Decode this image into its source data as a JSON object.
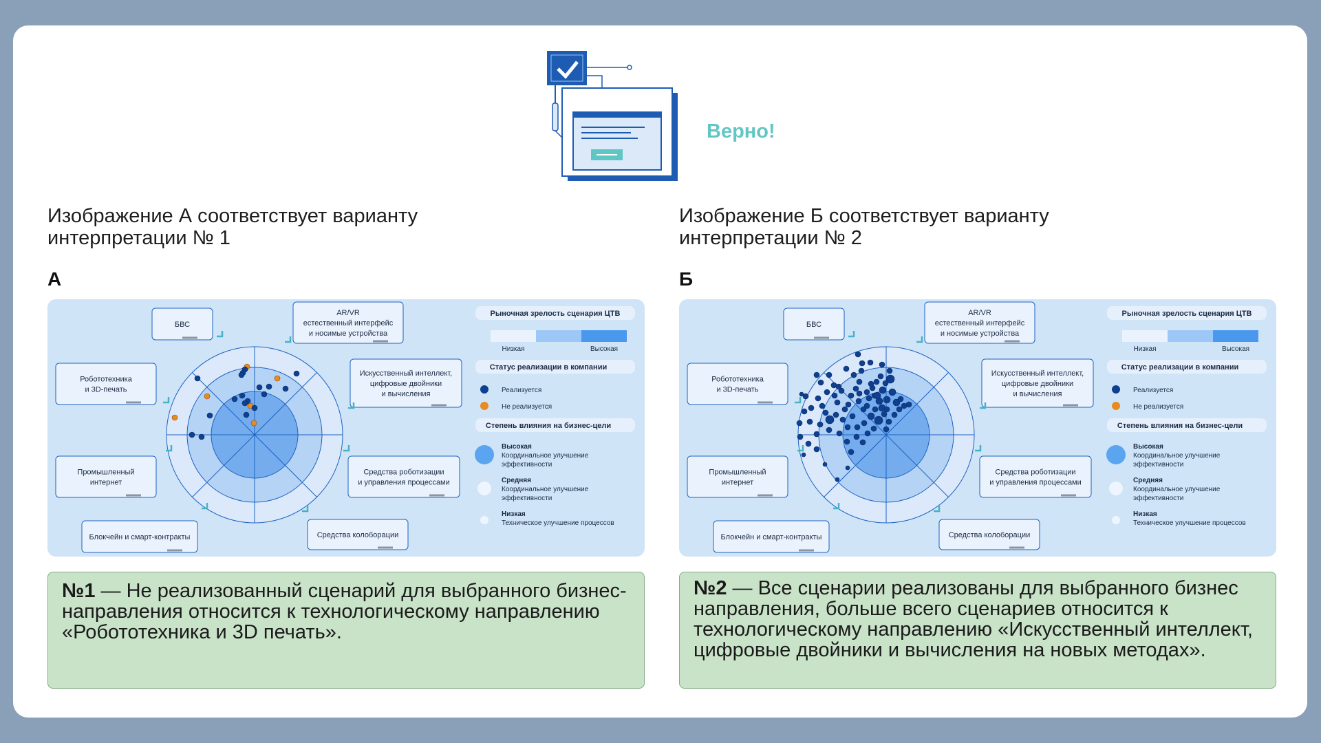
{
  "result": {
    "verdict": "Верно!"
  },
  "left": {
    "heading": "Изображение А соответствует варианту интерпретации № 1",
    "letter": "А",
    "answer_num": "№1",
    "answer_text": " — Не реализованный сценарий для выбранного бизнес-направления относится к технологическому направлению «Робототехника и 3D печать»."
  },
  "right": {
    "heading": "Изображение Б соответствует варианту интерпретации № 2",
    "letter": "Б",
    "answer_num": "№2",
    "answer_text": " — Все сценарии реализованы для выбранного бизнес направления, больше всего сценариев относится к технологическому направлению «Искусственный интеллект, цифровые двойники и вычисления на новых методах»."
  },
  "diagram": {
    "sectors": {
      "bvs": "БВС",
      "arvr": [
        "AR/VR",
        "естественный интерфейс",
        "и носимые устройства"
      ],
      "ai": [
        "Искусственный интеллект,",
        "цифровые двойники",
        "и вычисления"
      ],
      "robotics": [
        "Робототехника",
        "и 3D-печать"
      ],
      "iiot": [
        "Промышленный",
        "интернет"
      ],
      "rpa": [
        "Средства роботизации",
        "и управления процессами"
      ],
      "blockchain": "Блокчейн и смарт-контракты",
      "collab": "Средства колоборации"
    },
    "legend": {
      "maturity_title": "Рыночная зрелость сценария ЦТВ",
      "maturity_low": "Низкая",
      "maturity_high": "Высокая",
      "status_title": "Статус реализации в компании",
      "implemented": "Реализуется",
      "not_implemented": "Не реализуется",
      "impact_title": "Степень влияния на бизнес-цели",
      "high": "Высокая",
      "high_desc": [
        "Координальное улучшение",
        "эффективности"
      ],
      "mid": "Средняя",
      "mid_desc": [
        "Координальное улучшение",
        "эффективности"
      ],
      "low": "Низкая",
      "low_desc": "Техническое улучшение процессов"
    },
    "colors": {
      "implemented": "#0f3f8f",
      "not_implemented": "#e88b22"
    }
  }
}
